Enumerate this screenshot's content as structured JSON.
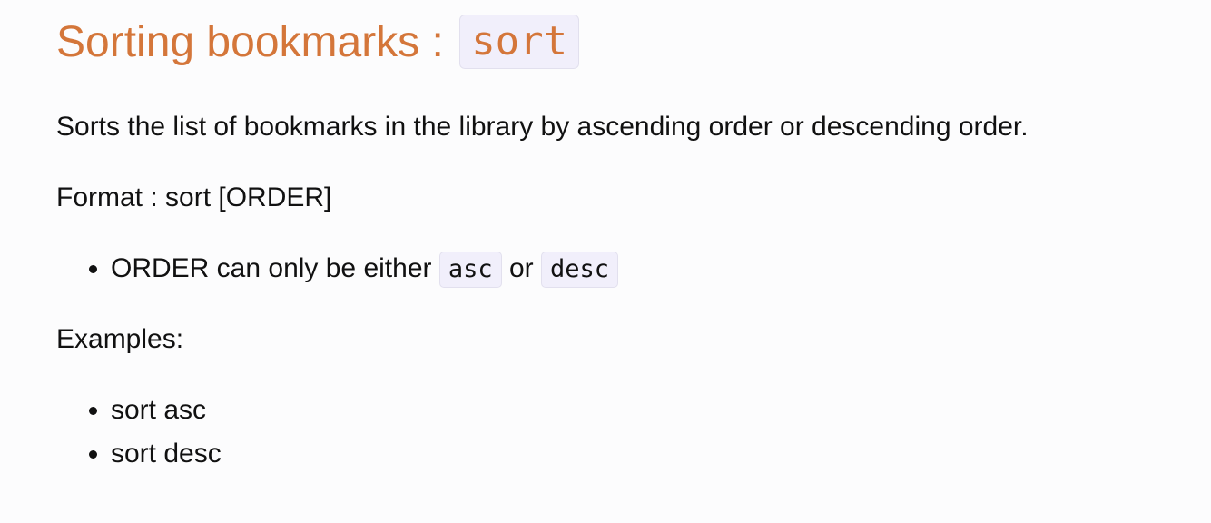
{
  "heading": {
    "text": "Sorting bookmarks : ",
    "command": "sort"
  },
  "description": "Sorts the list of bookmarks in the library by ascending order or descending order.",
  "format_label": "Format : sort [ORDER]",
  "order_rule": {
    "prefix": "ORDER can only be either ",
    "option_1": "asc",
    "joiner": " or ",
    "option_2": "desc"
  },
  "examples_label": "Examples:",
  "examples": [
    "sort asc",
    "sort desc"
  ],
  "colors": {
    "heading": "#d4763a",
    "code_background": "#f1effb",
    "text": "#111111",
    "page_background": "#fcfcfd"
  }
}
